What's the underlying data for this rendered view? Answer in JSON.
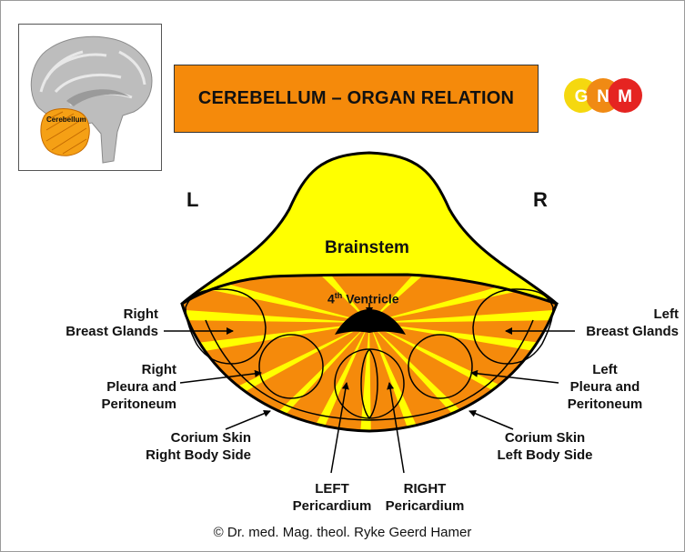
{
  "title": "CEREBELLUM – ORGAN RELATION",
  "thumbnail": {
    "label": "Cerebellum"
  },
  "logo": {
    "letters": [
      "G",
      "N",
      "M"
    ],
    "colors": [
      "#f5d80f",
      "#f08a14",
      "#e52421"
    ]
  },
  "sides": {
    "left": "L",
    "right": "R"
  },
  "brainstem": "Brainstem",
  "ventricle": {
    "number": "4",
    "superscript": "th",
    "word": "Ventricle"
  },
  "labels": {
    "right_breast": [
      "Right",
      "Breast Glands"
    ],
    "left_breast": [
      "Left",
      "Breast Glands"
    ],
    "right_pleura": [
      "Right",
      "Pleura and",
      "Peritoneum"
    ],
    "left_pleura": [
      "Left",
      "Pleura and",
      "Peritoneum"
    ],
    "corium_right": [
      "Corium Skin",
      "Right Body Side"
    ],
    "corium_left": [
      "Corium Skin",
      "Left Body Side"
    ],
    "left_pericardium": [
      "LEFT",
      "Pericardium"
    ],
    "right_pericardium": [
      "RIGHT",
      "Pericardium"
    ]
  },
  "copyright": "© Dr. med. Mag. theol. Ryke Geerd Hamer",
  "colors": {
    "orange": "#f58a0b",
    "yellow": "#ffff00",
    "black": "#000000"
  }
}
